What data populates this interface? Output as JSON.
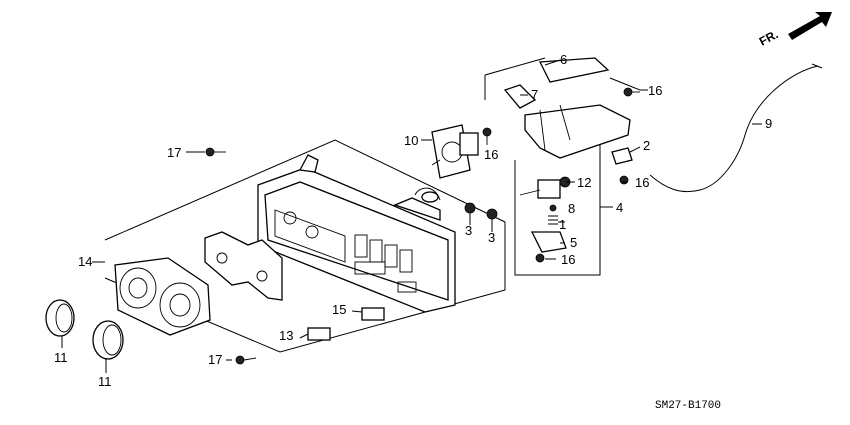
{
  "diagram": {
    "direction_label": "FR.",
    "code": "SM27-B1700",
    "callouts": [
      "1",
      "2",
      "3",
      "3",
      "4",
      "5",
      "6",
      "7",
      "8",
      "9",
      "10",
      "11",
      "11",
      "12",
      "13",
      "14",
      "15",
      "16",
      "16",
      "16",
      "16",
      "17",
      "17"
    ]
  }
}
